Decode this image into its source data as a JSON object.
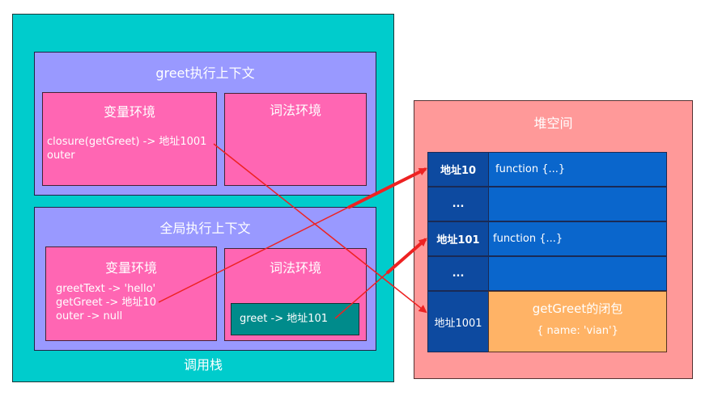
{
  "call_stack": {
    "label": "调用栈",
    "greet_context": {
      "title": "greet执行上下文",
      "variable_env": {
        "title": "变量环境",
        "lines": [
          "closure(getGreet) -> 地址1001",
          "outer"
        ]
      },
      "lexical_env": {
        "title": "词法环境"
      }
    },
    "global_context": {
      "title": "全局执行上下文",
      "variable_env": {
        "title": "变量环境",
        "lines": [
          "greetText -> 'hello'",
          "getGreet -> 地址10",
          "outer -> null"
        ]
      },
      "lexical_env": {
        "title": "词法环境",
        "entry": "greet -> 地址101"
      }
    }
  },
  "heap": {
    "title": "堆空间",
    "rows": [
      {
        "address": "地址10",
        "value": "function {...}"
      },
      {
        "address": "...",
        "value": ""
      },
      {
        "address": "地址101",
        "value": "function {...}"
      },
      {
        "address": "...",
        "value": ""
      }
    ],
    "closure_row": {
      "address": "地址1001",
      "title": "getGreet的闭包",
      "content": "{ name: 'vian'}"
    }
  },
  "colors": {
    "call_stack": "#00cccc",
    "context": "#9999ff",
    "environment": "#ff66b3",
    "lexical_entry": "#008b8b",
    "heap": "#ff9999",
    "address": "#0d4aa0",
    "value": "#0a66cc",
    "closure": "#ffb366",
    "arrow": "#ee2222"
  }
}
